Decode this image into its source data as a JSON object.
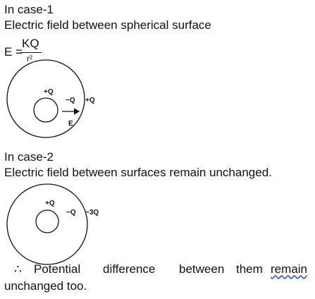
{
  "case1": {
    "heading": "In case-1",
    "text": "Electric field between spherical surface",
    "formula": {
      "lhs": "E =",
      "numerator": "KQ",
      "denominator": "r²"
    },
    "diagram": {
      "inner_top": "+Q",
      "inner_side": "−Q",
      "outer_side": "+Q",
      "field": "E"
    }
  },
  "case2": {
    "heading": "In case-2",
    "text": "Electric field between surfaces remain unchanged.",
    "diagram": {
      "inner_top": "+Q",
      "inner_side": "−Q",
      "outer_side": "−3Q"
    }
  },
  "conclusion": {
    "therefore": "∴",
    "words": [
      "Potential",
      "difference",
      "between",
      "them"
    ],
    "last_word": "remain",
    "line2": "unchanged too."
  }
}
